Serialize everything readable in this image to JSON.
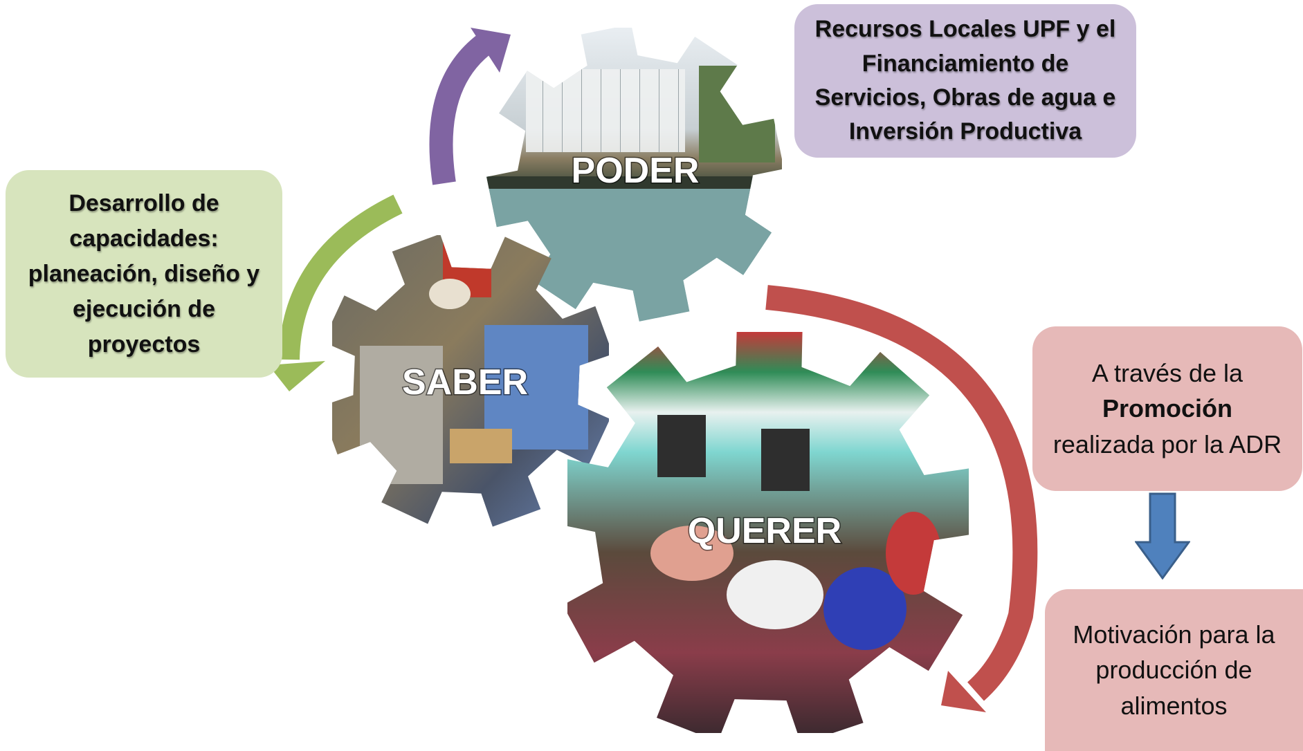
{
  "gears": {
    "poder": "PODER",
    "saber": "SABER",
    "querer": "QUERER"
  },
  "boxes": {
    "capacidades": "Desarrollo de capacidades: planeación, diseño y ejecución de proyectos",
    "recursos": "Recursos Locales UPF y el Financiamiento de Servicios, Obras de agua e Inversión Productiva",
    "promocion": {
      "before": "A través de la",
      "bold": "Promoción",
      "after": "realizada por la ADR"
    },
    "motivacion": "Motivación para la producción de alimentos"
  },
  "colors": {
    "green_box": "#d7e4bd",
    "purple_box": "#ccc0da",
    "pink_box": "#e6b9b8",
    "purple_arrow": "#8064a2",
    "green_arrow": "#9bbb59",
    "red_arrow": "#c0504d",
    "blue_arrow": "#4f81bd"
  }
}
